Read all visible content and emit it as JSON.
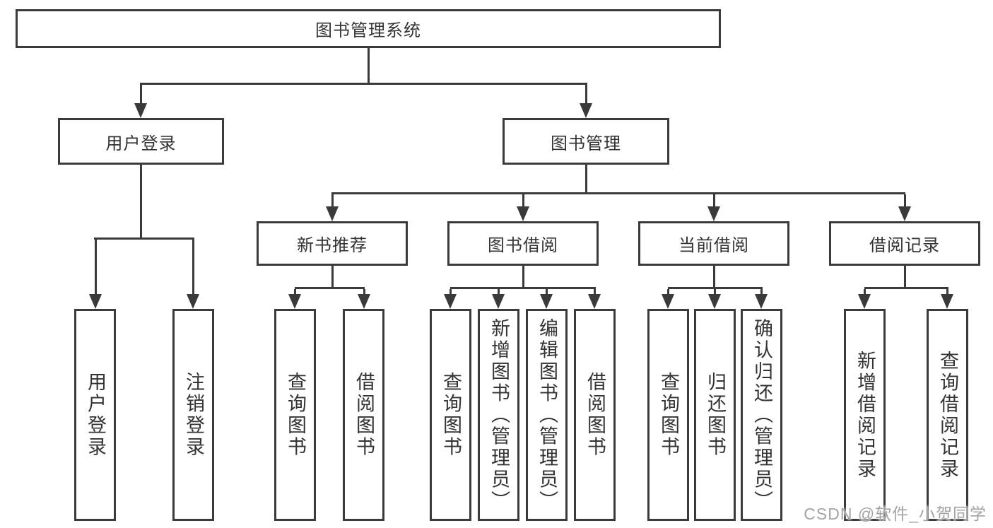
{
  "root": {
    "label": "图书管理系统"
  },
  "branches": {
    "user_login": {
      "label": "用户登录",
      "children": {
        "login": "用户登录",
        "logout": "注销登录"
      }
    },
    "book_management": {
      "label": "图书管理",
      "sections": {
        "new_book_recommend": {
          "label": "新书推荐",
          "children": {
            "query_books": "查询图书",
            "borrow_books": "借阅图书"
          }
        },
        "book_borrow": {
          "label": "图书借阅",
          "children": {
            "query_books": "查询图书",
            "add_books_admin": "新增图书（管理员）",
            "edit_books_admin": "编辑图书（管理员）",
            "borrow_books": "借阅图书"
          }
        },
        "current_borrow": {
          "label": "当前借阅",
          "children": {
            "query_books": "查询图书",
            "return_books": "归还图书",
            "confirm_return_admin": "确认归还（管理员）"
          }
        },
        "borrow_records": {
          "label": "借阅记录",
          "children": {
            "add_record": "新增借阅记录",
            "query_record": "查询借阅记录"
          }
        }
      }
    }
  },
  "watermark": {
    "text": "CSDN @软件_小贺同学"
  },
  "colors": {
    "line": "#3a3a3a",
    "text": "#333333",
    "background": "#ffffff",
    "watermark": "#a3a3a3"
  }
}
